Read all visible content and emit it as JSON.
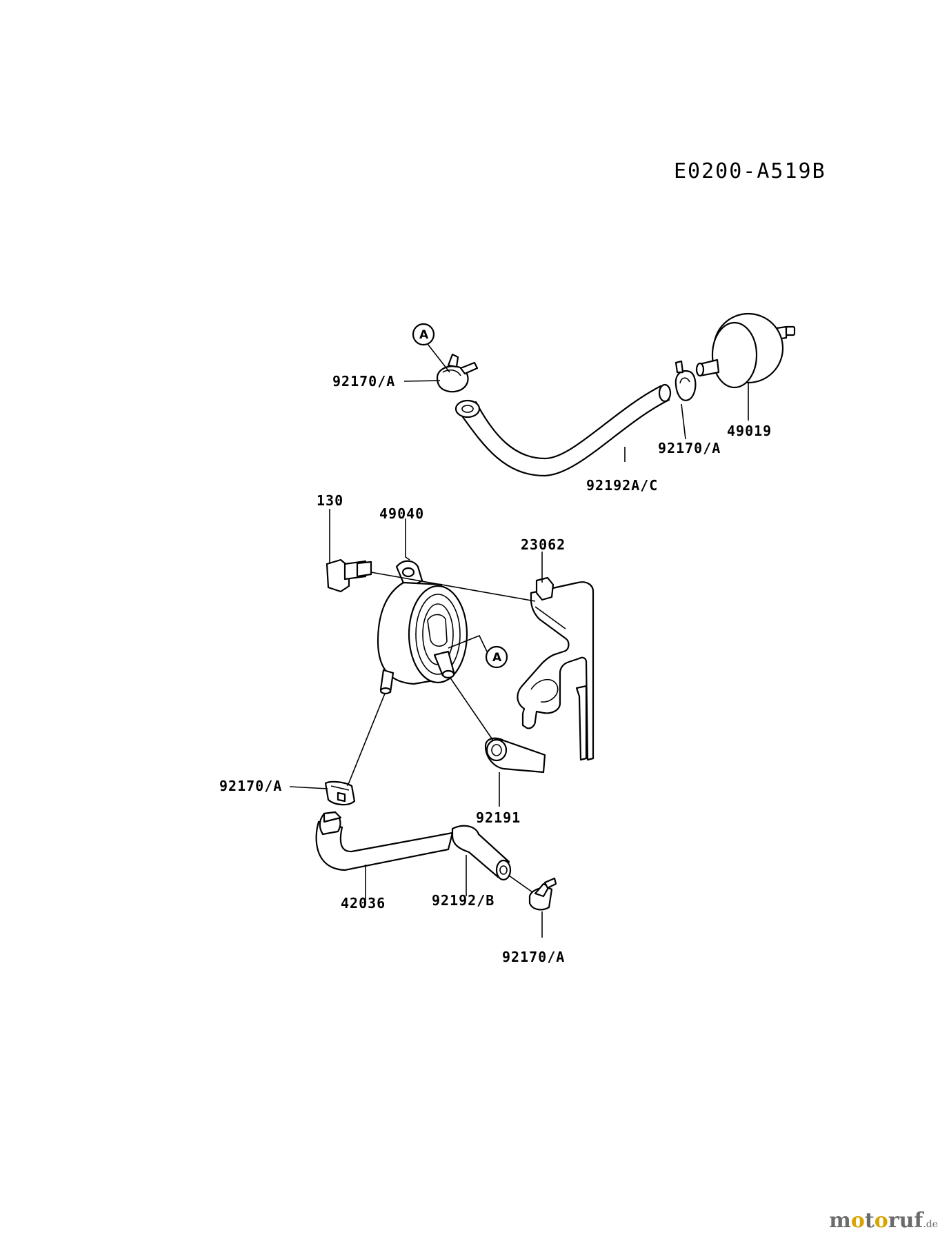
{
  "diagram_code": "E0200-A519B",
  "ref_marker": "A",
  "labels": {
    "clamp_top_left": "92170/A",
    "clamp_top_right": "92170/A",
    "filter": "49019",
    "hose_top": "92192A/C",
    "bolt": "130",
    "pump": "49040",
    "bracket": "23062",
    "clamp_mid_left": "92170/A",
    "cap": "92191",
    "hose_bottom_left": "42036",
    "hose_bottom_right": "92192/B",
    "clamp_bottom": "92170/A"
  },
  "watermark": {
    "m": "m",
    "o1": "o",
    "t": "t",
    "o2": "o",
    "ruf": "ruf",
    "tld": ".de"
  }
}
